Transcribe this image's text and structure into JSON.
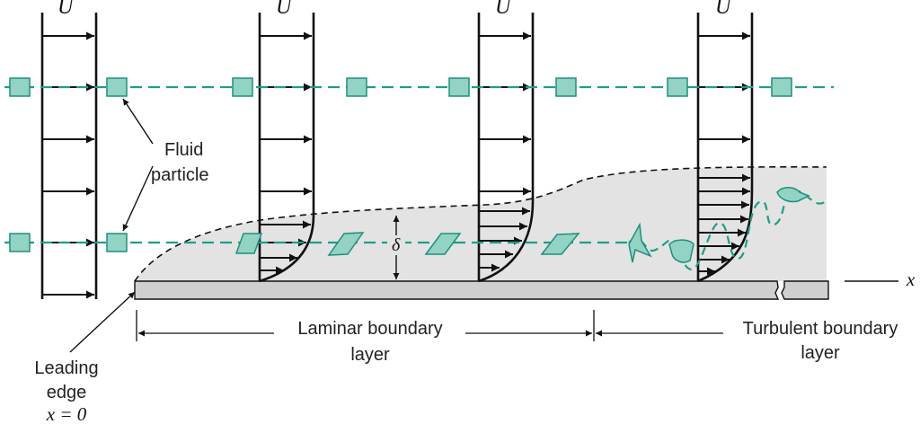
{
  "labels": {
    "velocity": "U",
    "fluid_particle_line1": "Fluid",
    "fluid_particle_line2": "particle",
    "delta": "δ",
    "x_axis": "x",
    "laminar_line1": "Laminar boundary",
    "laminar_line2": "layer",
    "turbulent_line1": "Turbulent boundary",
    "turbulent_line2": "layer",
    "leading_edge_line1": "Leading",
    "leading_edge_line2": "edge",
    "leading_edge_line3": "x = 0"
  },
  "colors": {
    "particle_fill": "#93d3c4",
    "particle_stroke": "#1f8f7d",
    "streamline": "#1f9d87",
    "boundary_layer_fill": "#e3e3e3",
    "plate_fill": "#cfcfcf",
    "ink": "#111111"
  }
}
